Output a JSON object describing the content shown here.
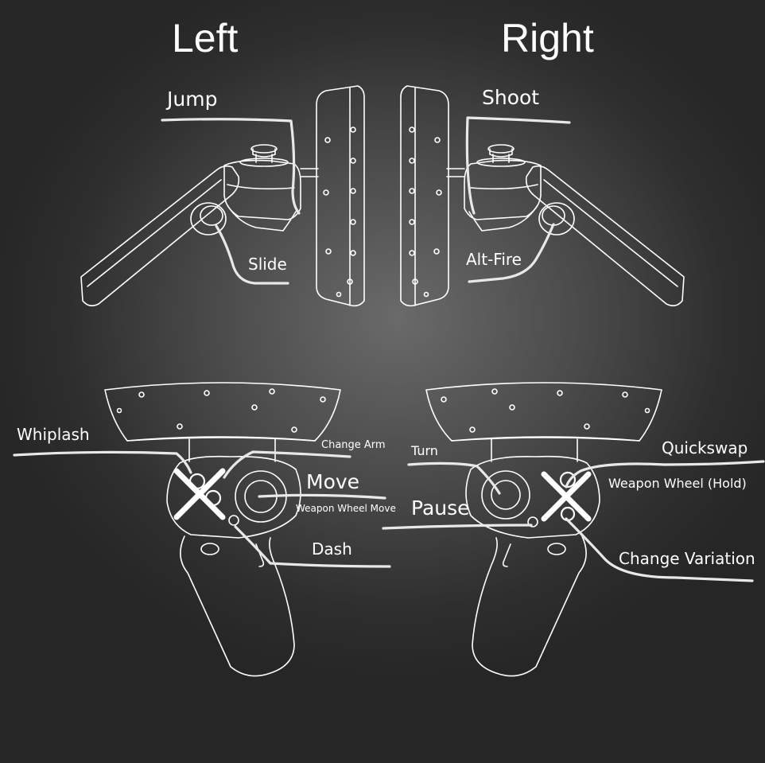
{
  "headers": {
    "left": "Left",
    "right": "Right"
  },
  "labels": {
    "jump": "Jump",
    "slide": "Slide",
    "shoot": "Shoot",
    "alt_fire": "Alt-Fire",
    "whiplash": "Whiplash",
    "change_arm": "Change Arm",
    "move": "Move",
    "weapon_wheel_move": "Weapon Wheel Move",
    "dash": "Dash",
    "turn": "Turn",
    "pause": "Pause",
    "quickswap": "Quickswap",
    "weapon_wheel_hold": "Weapon Wheel (Hold)",
    "change_variation": "Change Variation"
  },
  "colors": {
    "line": "#ffffff",
    "leader": "#e6e6e6",
    "cross": "#ffffff"
  }
}
